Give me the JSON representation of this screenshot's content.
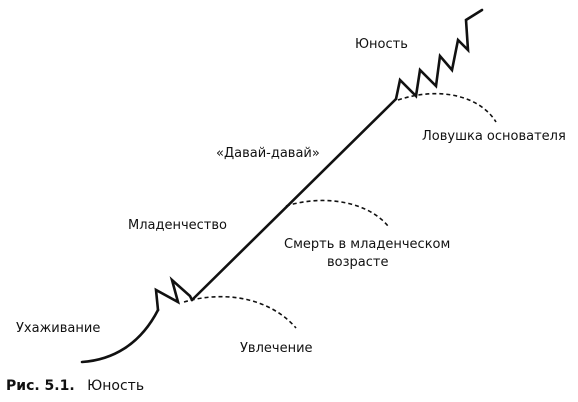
{
  "labels": {
    "courtship": "Ухаживание",
    "infatuation": "Увлечение",
    "infancy": "Младенчество",
    "infant_death": "Смерть в младенческом",
    "infant_death_line2": "возрасте",
    "gogo": "«Давай-давай»",
    "founder_trap": "Ловушка основателя",
    "adolescence": "Юность"
  },
  "caption": {
    "prefix": "Рис. 5.1.",
    "title": "Юность"
  },
  "colors": {
    "line": "#111111",
    "background": "#ffffff"
  }
}
